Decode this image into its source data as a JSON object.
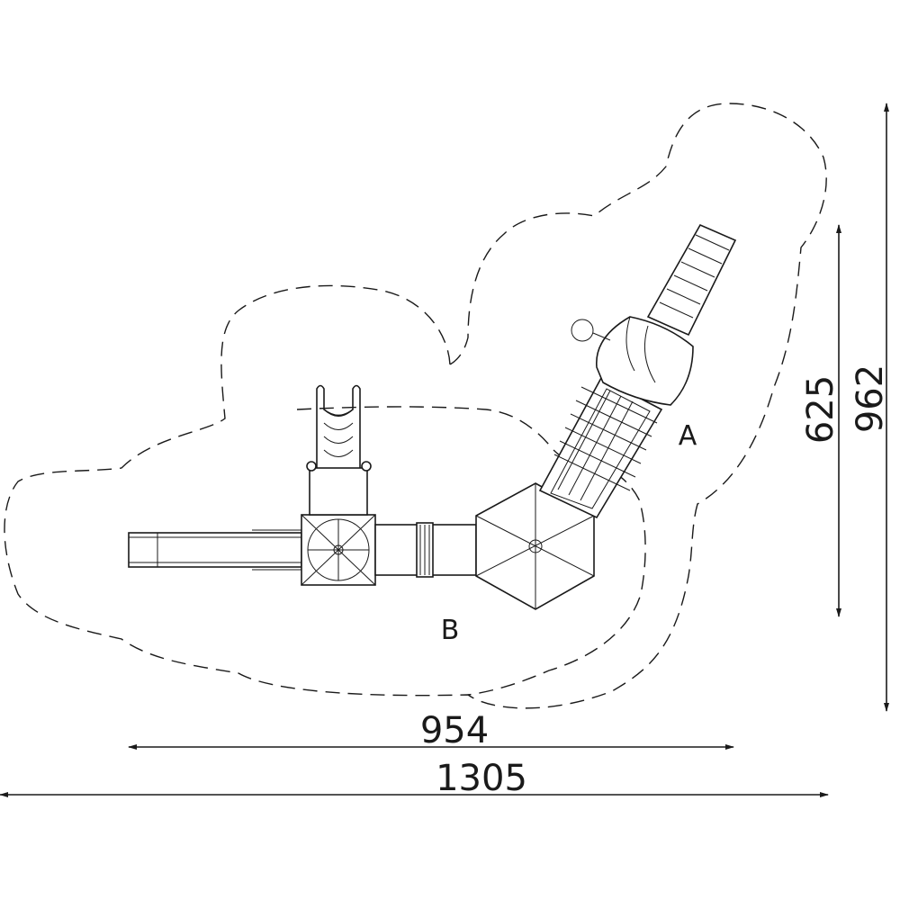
{
  "dimensions": {
    "inner_width": "954",
    "total_width": "1305",
    "inner_height": "625",
    "total_height": "962"
  },
  "zones": {
    "a": "A",
    "b": "B"
  },
  "colors": {
    "line": "#1a1a1a",
    "background": "#ffffff"
  }
}
